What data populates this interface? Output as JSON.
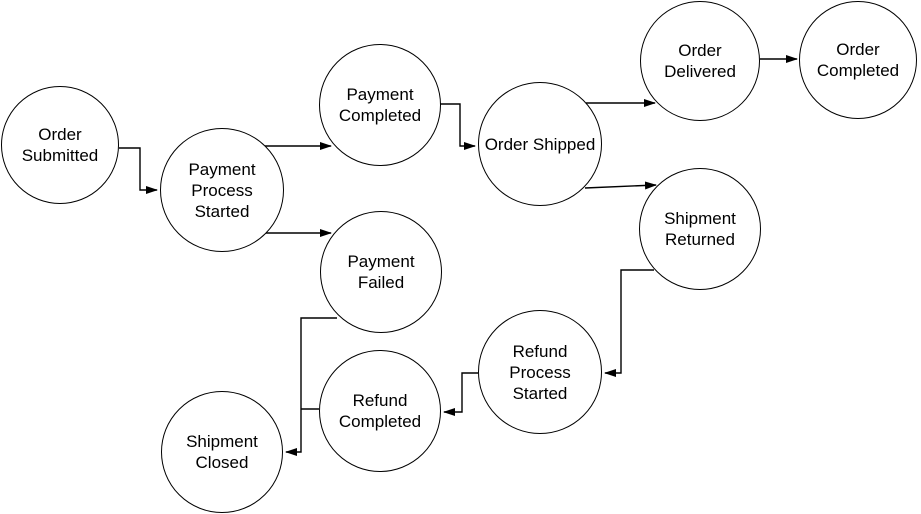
{
  "diagram": {
    "type": "state-flow-diagram",
    "background_color": "#ffffff",
    "node_fill_color": "#ffffff",
    "stroke_color": "#000000",
    "text_color": "#000000",
    "nodes": [
      {
        "id": "order-submitted",
        "label": "Order\nSubmitted"
      },
      {
        "id": "payment-process-started",
        "label": "Payment\nProcess\nStarted"
      },
      {
        "id": "payment-completed",
        "label": "Payment\nCompleted"
      },
      {
        "id": "payment-failed",
        "label": "Payment\nFailed"
      },
      {
        "id": "order-shipped",
        "label": "Order Shipped"
      },
      {
        "id": "order-delivered",
        "label": "Order\nDelivered"
      },
      {
        "id": "order-completed",
        "label": "Order\nCompleted"
      },
      {
        "id": "shipment-returned",
        "label": "Shipment\nReturned"
      },
      {
        "id": "refund-process-started",
        "label": "Refund\nProcess\nStarted"
      },
      {
        "id": "refund-completed",
        "label": "Refund\nCompleted"
      },
      {
        "id": "shipment-closed",
        "label": "Shipment\nClosed"
      }
    ],
    "edges": [
      {
        "from": "order-submitted",
        "to": "payment-process-started"
      },
      {
        "from": "payment-process-started",
        "to": "payment-completed"
      },
      {
        "from": "payment-process-started",
        "to": "payment-failed"
      },
      {
        "from": "payment-completed",
        "to": "order-shipped"
      },
      {
        "from": "order-shipped",
        "to": "order-delivered"
      },
      {
        "from": "order-delivered",
        "to": "order-completed"
      },
      {
        "from": "order-shipped",
        "to": "shipment-returned"
      },
      {
        "from": "shipment-returned",
        "to": "refund-process-started"
      },
      {
        "from": "refund-process-started",
        "to": "refund-completed"
      },
      {
        "from": "payment-failed",
        "to": "shipment-closed"
      },
      {
        "from": "refund-completed",
        "to": "shipment-closed"
      }
    ]
  }
}
